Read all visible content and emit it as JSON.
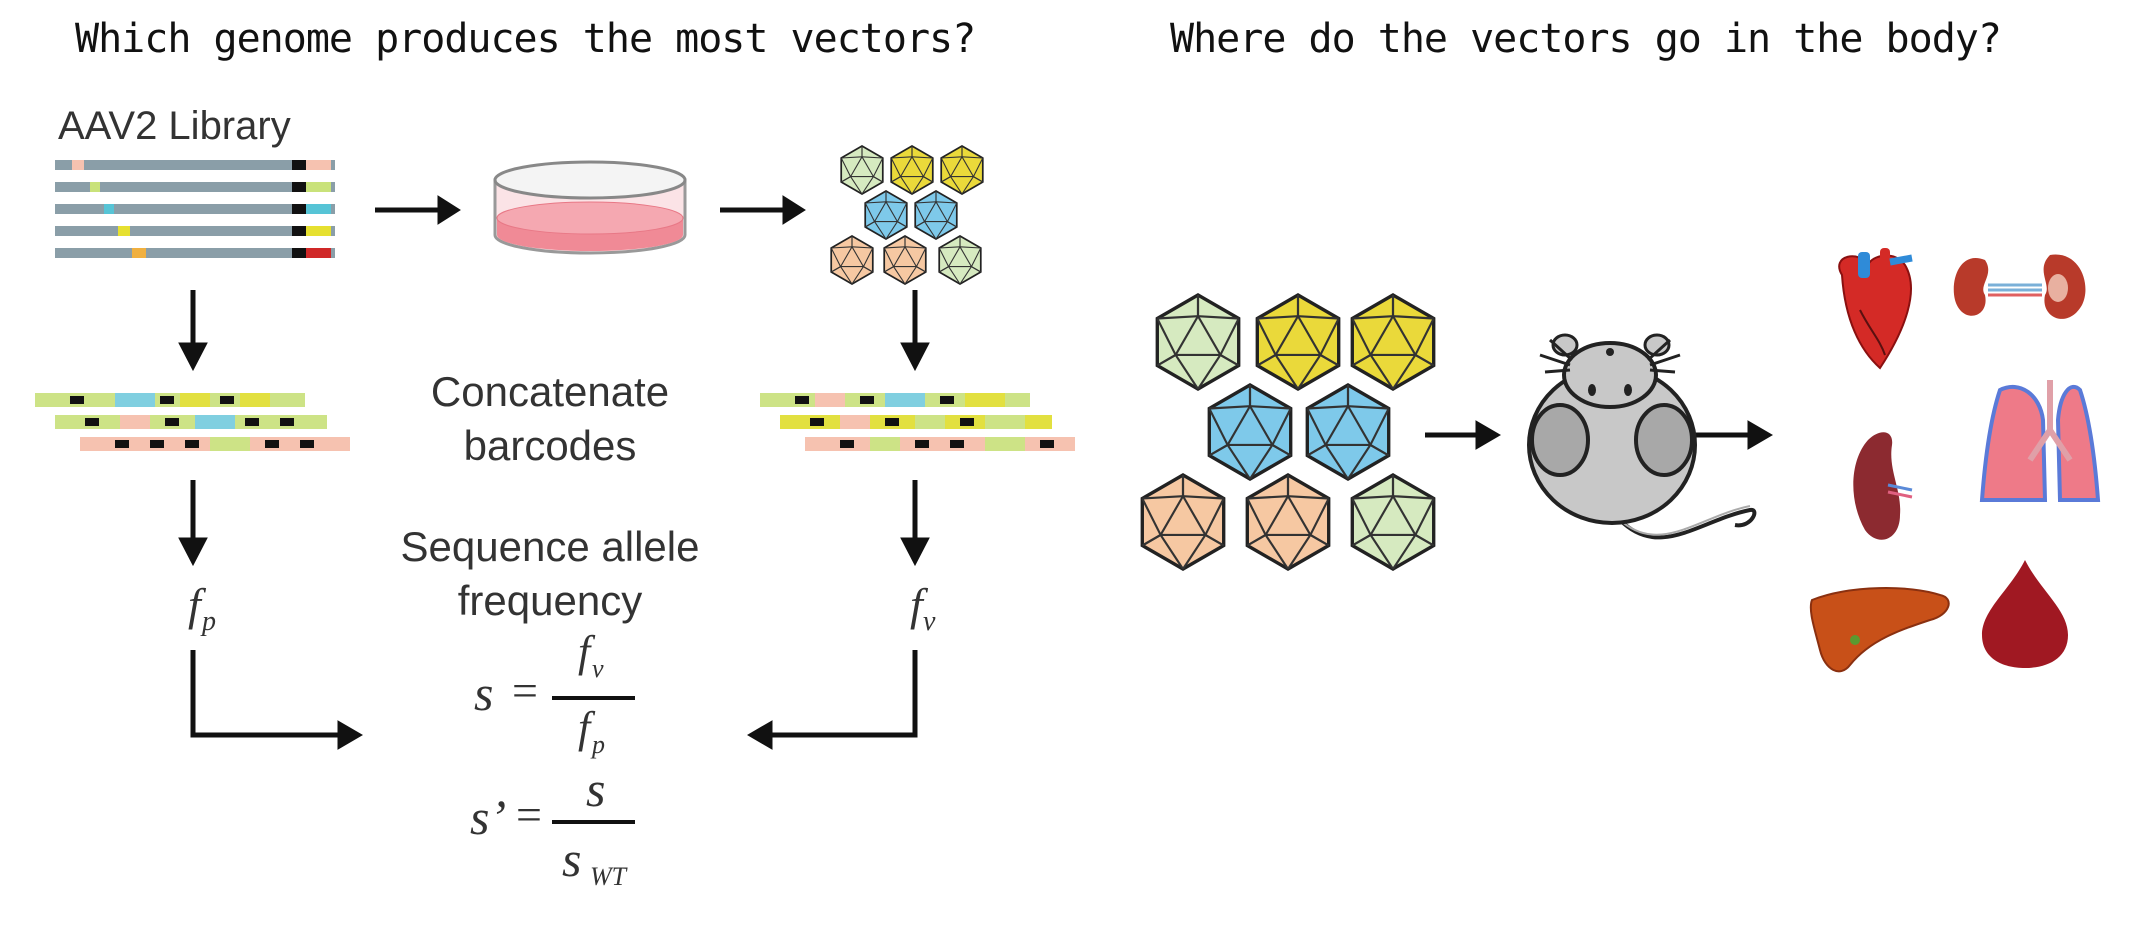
{
  "questions": {
    "left": "Which genome produces the most vectors?",
    "right": "Where do the vectors go in the body?"
  },
  "library": {
    "title": "AAV2 Library"
  },
  "steps": {
    "concatenate": "Concatenate barcodes",
    "sequence": "Sequence allele frequency"
  },
  "symbols": {
    "fp_main": "f",
    "fp_sub": "p",
    "fv_main": "f",
    "fv_sub": "v",
    "s": "s",
    "equals": "=",
    "s_prime": "s’",
    "s_wt_sub": "WT"
  },
  "organs": [
    "heart-icon",
    "kidney-icon",
    "spleen-icon",
    "lung-icon",
    "liver-icon",
    "blood-drop-icon"
  ],
  "colors": {
    "capsid_green": "#d6eac0",
    "capsid_yellow": "#ead93a",
    "capsid_blue": "#7ec9ea",
    "capsid_peach": "#f6c8a2",
    "genome_grey": "#8a9ea8",
    "dish_red": "#f08a96"
  }
}
